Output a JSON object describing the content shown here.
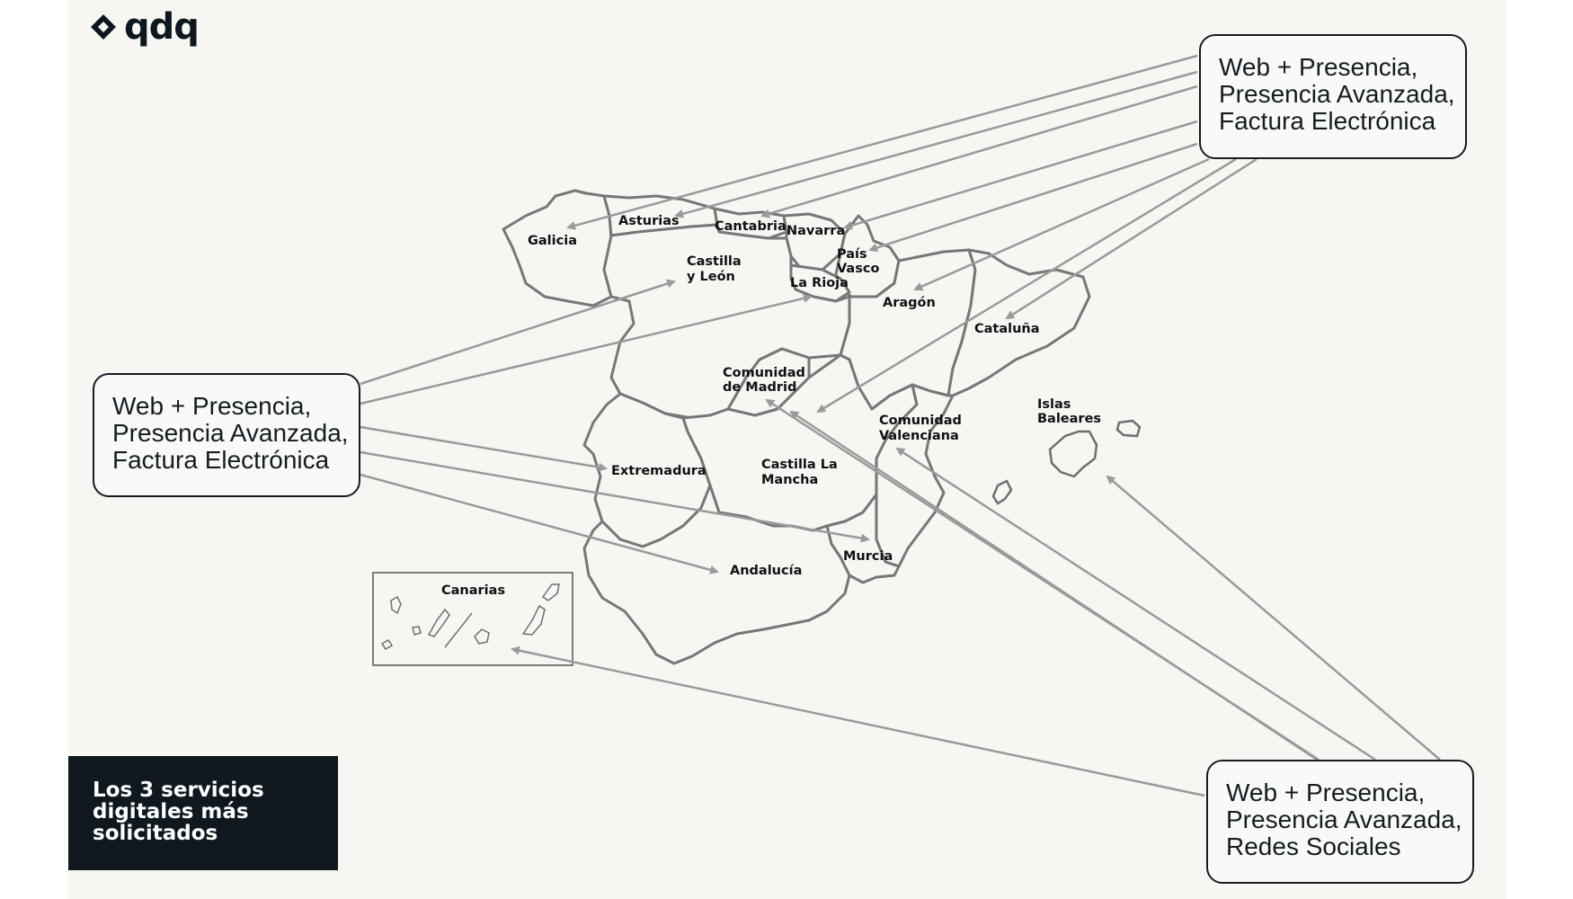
{
  "brand": {
    "name": "qdq",
    "color": "#0d171d"
  },
  "title": {
    "lines": [
      "Los 3 servicios",
      "digitales más",
      "solicitados"
    ]
  },
  "callouts": {
    "top_right": {
      "lines": [
        "Web + Presencia,",
        "Presencia Avanzada,",
        "Factura Electrónica"
      ]
    },
    "left": {
      "lines": [
        "Web + Presencia,",
        "Presencia Avanzada,",
        "Factura Electrónica"
      ]
    },
    "bottom_right": {
      "lines": [
        "Web + Presencia,",
        "Presencia Avanzada,",
        "Redes Sociales"
      ]
    }
  },
  "regions": {
    "galicia": "Galicia",
    "asturias": "Asturias",
    "cantabria": "Cantabria",
    "navarra": "Navarra",
    "pais_vasco": [
      "País",
      "Vasco"
    ],
    "castilla_leon": [
      "Castilla",
      "y León"
    ],
    "la_rioja": "La Rioja",
    "aragon": "Aragón",
    "cataluna": "Cataluña",
    "madrid": [
      "Comunidad",
      "de Madrid"
    ],
    "valenciana": [
      "Comunidad",
      "Valenciana"
    ],
    "islas_baleares": [
      "Islas",
      "Baleares"
    ],
    "extremadura": "Extremadura",
    "castilla_la_mancha": [
      "Castilla La",
      "Mancha"
    ],
    "murcia": "Murcia",
    "andalucia": "Andalucía",
    "canarias": "Canarias"
  },
  "colors": {
    "background": "#f6f7f3",
    "dark": "#0f181e",
    "arrow": "#9a9a9a",
    "border": "#6f6f6f"
  }
}
